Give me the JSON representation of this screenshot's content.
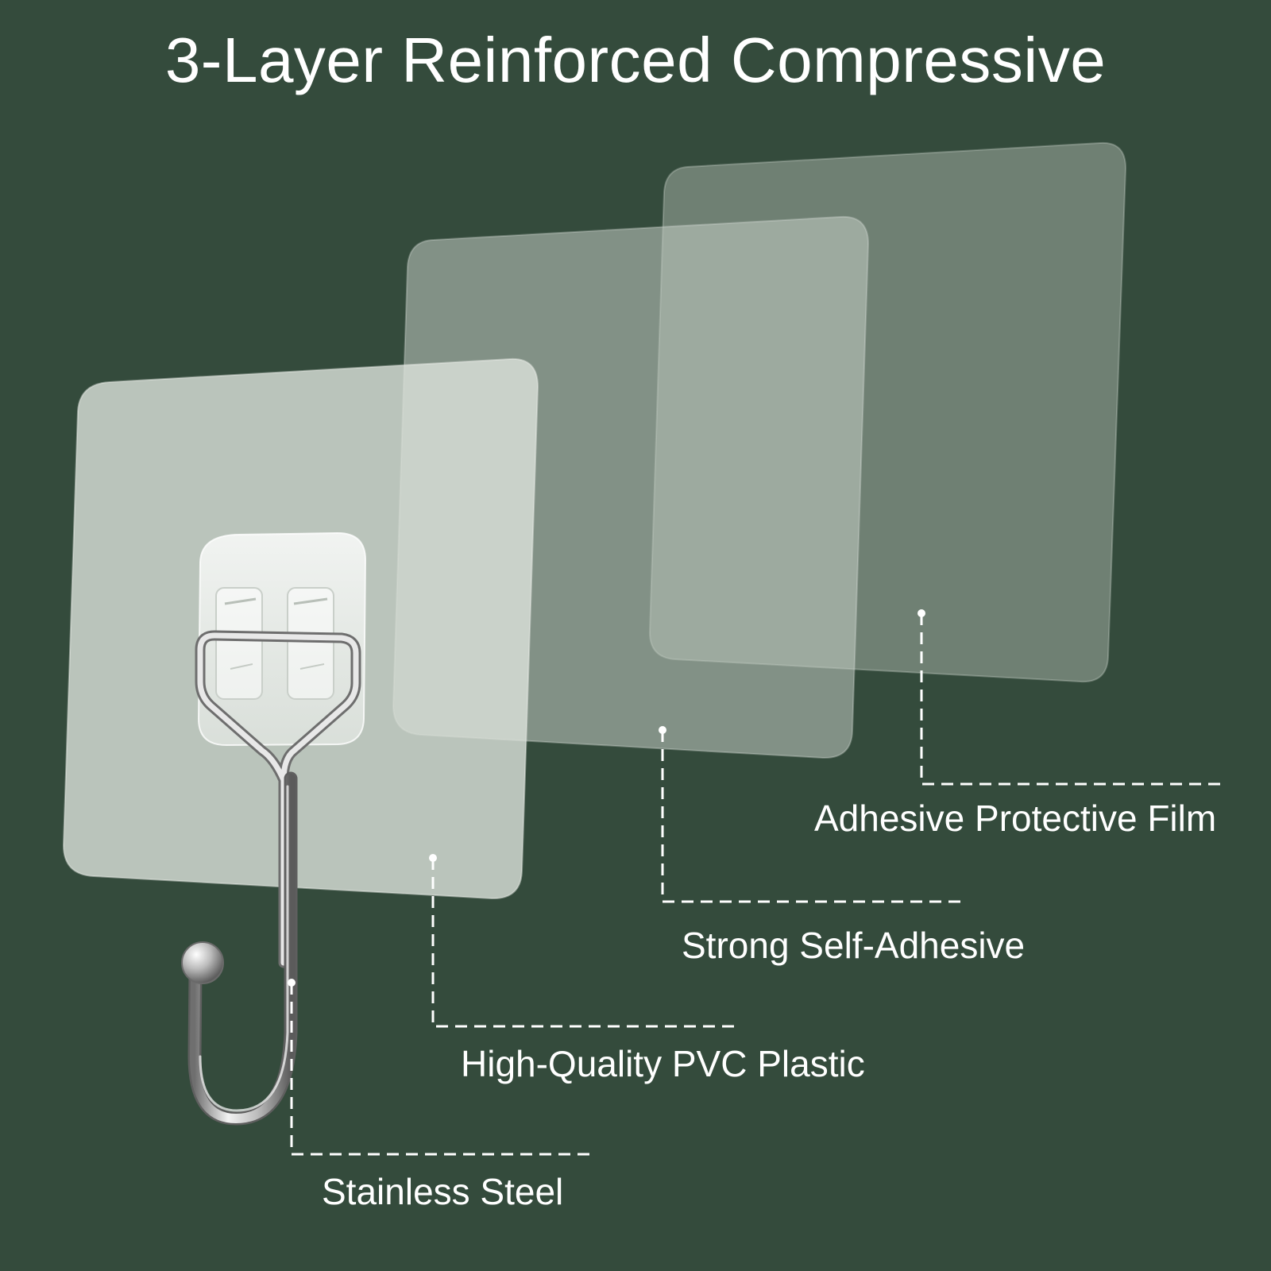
{
  "title": "3-Layer Reinforced Compressive",
  "layers": [
    {
      "id": "film",
      "label": "Adhesive Protective Film"
    },
    {
      "id": "adhesive",
      "label": "Strong Self-Adhesive"
    },
    {
      "id": "pvc",
      "label": "High-Quality PVC Plastic"
    },
    {
      "id": "steel",
      "label": "Stainless Steel"
    }
  ],
  "colors": {
    "background": "#344b3c",
    "text": "#ffffff",
    "callout_line": "#ffffff"
  }
}
